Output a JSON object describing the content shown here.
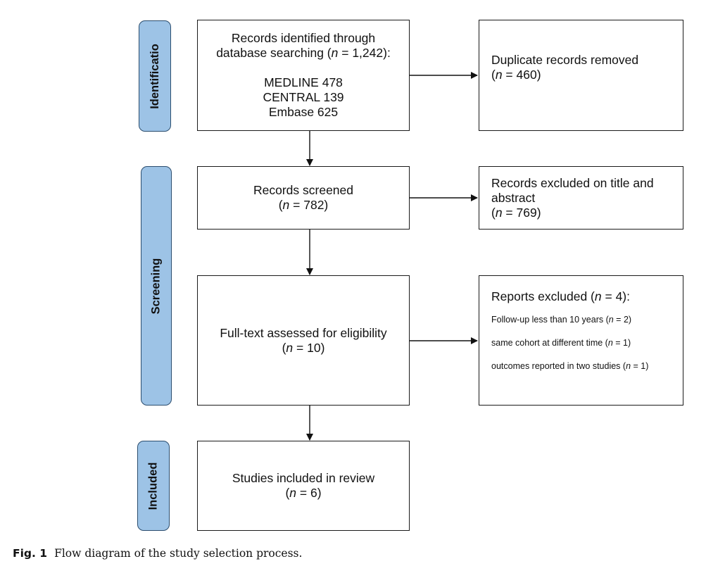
{
  "stages": {
    "identification": "Identificatio",
    "screening": "Screening",
    "included": "Included"
  },
  "boxes": {
    "identified": {
      "line1": "Records identified through",
      "line2_pre": "database searching (",
      "n_symbol": "n",
      "line2_post": " = 1,242):",
      "sources": [
        "MEDLINE 478",
        "CENTRAL 139",
        "Embase 625"
      ]
    },
    "duplicates": {
      "label": "Duplicate records removed",
      "count_pre": "(",
      "n_symbol": "n",
      "count_post": " = 460)"
    },
    "screened": {
      "label": "Records screened",
      "count_pre": "(",
      "n_symbol": "n",
      "count_post": " = 782)"
    },
    "excluded_title": {
      "line1": "Records excluded on title and",
      "line2": "abstract",
      "count_pre": "(",
      "n_symbol": "n",
      "count_post": " = 769)"
    },
    "fulltext": {
      "label": "Full-text assessed for eligibility",
      "count_pre": "(",
      "n_symbol": "n",
      "count_post": " = 10)"
    },
    "reports_excluded": {
      "title_pre": "Reports excluded (",
      "n_symbol": "n",
      "title_post": " = 4):",
      "reasons": [
        {
          "pre": "Follow-up less than 10 years (",
          "n": "n",
          "post": " = 2)"
        },
        {
          "pre": "same cohort at different time (",
          "n": "n",
          "post": " = 1)"
        },
        {
          "pre": "outcomes reported in two studies (",
          "n": "n",
          "post": " = 1)"
        }
      ]
    },
    "included": {
      "label": "Studies included in review",
      "count_pre": "(",
      "n_symbol": "n",
      "count_post": " = 6)"
    }
  },
  "caption": {
    "label": "Fig. 1",
    "text": "Flow diagram of the study selection process."
  },
  "colors": {
    "stage_fill": "#9dc3e6",
    "stage_border": "#2b4d6e",
    "box_border": "#1a1a1a"
  }
}
